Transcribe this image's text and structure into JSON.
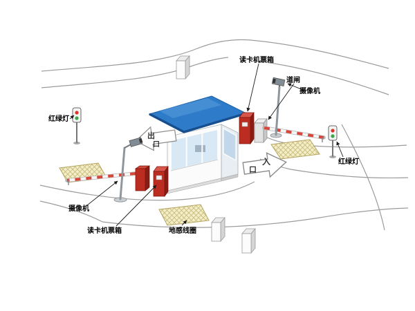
{
  "diagram": {
    "labels": {
      "reader_box_top": "读卡机票箱",
      "barrier_gate": "道闸",
      "camera_right": "摄像机",
      "traffic_light_left": "红绿灯",
      "traffic_light_right": "红绿灯",
      "camera_left": "摄像机",
      "reader_box_bottom": "读卡机票箱",
      "ground_loop": "地感线圈",
      "exit_arrow": {
        "char1": "出",
        "char2": "口"
      },
      "entry_arrow": {
        "char1": "入",
        "char2": "口"
      }
    },
    "colors": {
      "roof": "#2e7cc9",
      "roof_edge": "#174f8e",
      "machine_red": "#bb2d20",
      "machine_red_dark": "#8a1d13",
      "machine_red_light": "#d8574a",
      "glass": "#d8e8f5",
      "glass_side": "#c3d7ea",
      "ground_loop_fill": "#f4eec8",
      "ground_loop_hatch": "#c7b878",
      "road": "#9b9b9b",
      "light_red": "#e03328",
      "light_green": "#3aa648",
      "barrier_stripe": "#d8463a"
    }
  }
}
